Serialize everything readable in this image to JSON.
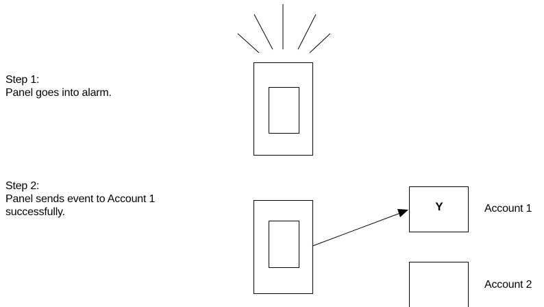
{
  "step1": {
    "title": "Step 1:",
    "description": "Panel goes into alarm."
  },
  "step2": {
    "title": "Step 2:",
    "description_line1": "Panel sends event to Account 1",
    "description_line2": "successfully."
  },
  "accounts": [
    {
      "label": "Account 1",
      "box_text": "Y"
    },
    {
      "label": "Account 2",
      "box_text": ""
    }
  ]
}
